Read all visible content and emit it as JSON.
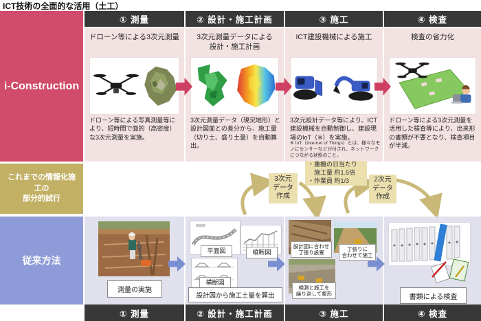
{
  "title": "ICT技術の全面的な活用（土工）",
  "colors": {
    "i_construction_bg": "#d14b6b",
    "partial_trial_bg": "#c2b064",
    "conventional_bg": "#8d9cd8",
    "header_bg": "#383838",
    "top_cell_bg": "#f3e2e2",
    "bottom_cell_bg": "#e0e1ed",
    "red_arrow": "#ce3f63",
    "blue_arrow": "#7a8ed2",
    "tan_arrow": "#c9b878",
    "tan_box_bg": "#ebdfae"
  },
  "rows": {
    "i_construction": {
      "label": "i-Construction"
    },
    "partial_trial": {
      "label": "これまでの情報化施工の\n部分的試行"
    },
    "conventional": {
      "label": "従来方法"
    }
  },
  "top": {
    "columns": [
      {
        "header": "① 測量",
        "subtitle": "ドローン等による3次元測量",
        "description": "ドローン等による写真測量等により、短時間で面的（高密度）な3次元測量を実施。"
      },
      {
        "header": "② 設計・施工計画",
        "subtitle": "3次元測量データによる\n設計・施工計画",
        "description": "3次元測量データ（現況地形）と設計図面との差分から、施工量（切り土、盛り土量）を自動算出。"
      },
      {
        "header": "③ 施工",
        "subtitle": "ICT建設機械による施工",
        "description": "3次元設計データ等により、ICT建設機械を自動制御し、建設現場のIoT（※）を実施。",
        "footnote": "※ IoT（Internet of Things）とは、様々なモノにセンサーなどが付され、ネットワークにつながる状態のこと。"
      },
      {
        "header": "④ 検査",
        "subtitle": "検査の省力化",
        "description": "ドローン等による3次元測量を活用した検査等により、出来形の書類が不要となり、検査項目が半減。"
      }
    ]
  },
  "middle": {
    "box_3d": "3次元\nデータ\n作成",
    "stats": "・重機の日当たり\n　施工量 約1.5倍\n・作業員 約1/3",
    "box_2d": "2次元\nデータ\n作成"
  },
  "bottom": {
    "columns": [
      {
        "header": "① 測量",
        "caption": "測量の実施"
      },
      {
        "header": "② 設計・施工計画",
        "caption": "設計図から施工土量を算出",
        "labels": [
          "平面図",
          "縦断図",
          "横断図"
        ]
      },
      {
        "header": "③ 施工",
        "labels": [
          "設計図に合わせ\n丁張り設置",
          "丁張りに\n合わせて施工",
          "検測と施工を\n繰り返して整形"
        ]
      },
      {
        "header": "④ 検査",
        "caption": "書類による検査"
      }
    ]
  }
}
